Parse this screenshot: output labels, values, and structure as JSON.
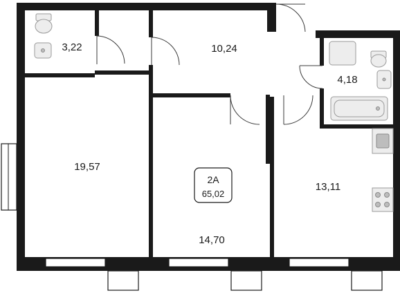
{
  "unit": {
    "type": "2А",
    "total_area": "65,02"
  },
  "rooms": [
    {
      "id": "wc",
      "area": "3,22"
    },
    {
      "id": "hall",
      "area": "10,24"
    },
    {
      "id": "bathroom",
      "area": "4,18"
    },
    {
      "id": "bedroom-left",
      "area": "19,57"
    },
    {
      "id": "bedroom-middle",
      "area": "14,70"
    },
    {
      "id": "kitchen",
      "area": "13,11"
    }
  ],
  "colors": {
    "wall": "#1a1a1a",
    "fixture": "#ededed",
    "background": "#ffffff"
  }
}
